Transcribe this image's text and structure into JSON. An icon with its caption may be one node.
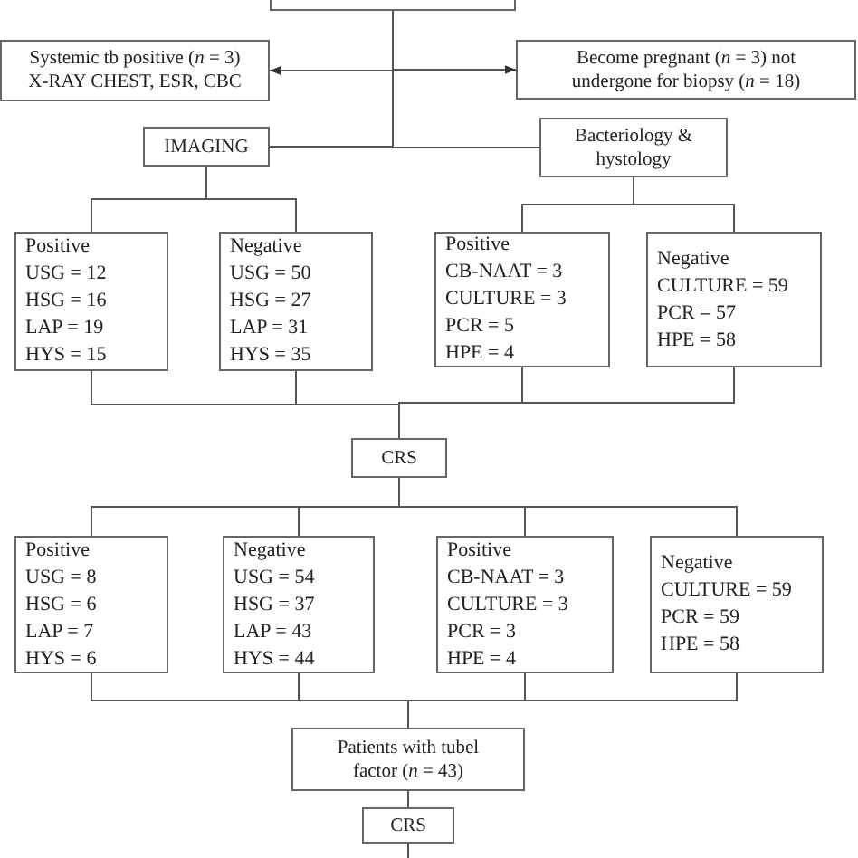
{
  "diagram": {
    "nodes": [
      {
        "text": [],
        "shape": "box"
      },
      {
        "text": [
          "Systemic tb positive (*n* = 3) X-RAY CHEST, ESR, CBC"
        ]
      },
      {
        "text": [
          "Become pregnant (*n* = 3) not undergone for biopsy (*n* = 18)"
        ]
      },
      {
        "text": [
          "IMAGING"
        ]
      },
      {
        "text": [
          "Bacteriology & hystology"
        ]
      },
      {
        "text": [
          "Positive",
          "USG = 12",
          "HSG = 16",
          "LAP = 19",
          "HYS = 15"
        ]
      },
      {
        "text": [
          "Negative",
          "USG = 50",
          "HSG = 27",
          "LAP = 31",
          "HYS = 35"
        ]
      },
      {
        "text": [
          "Positive",
          "CB-NAAT = 3",
          "CULTURE = 3",
          "PCR = 5",
          "HPE = 4"
        ]
      },
      {
        "text": [
          "Negative",
          "CULTURE = 59",
          "PCR = 57",
          "HPE = 58"
        ]
      },
      {
        "text": [
          "CRS"
        ]
      },
      {
        "text": [
          "Positive",
          "USG = 8",
          "HSG = 6",
          "LAP = 7",
          "HYS = 6"
        ]
      },
      {
        "text": [
          "Negative",
          "USG = 54",
          "HSG = 37",
          "LAP = 43",
          "HYS = 44"
        ]
      },
      {
        "text": [
          "Positive",
          "CB-NAAT = 3",
          "CULTURE = 3",
          "PCR = 3",
          "HPE = 4"
        ]
      },
      {
        "text": [
          "Negative",
          "CULTURE = 59",
          "PCR = 59",
          "HPE = 58"
        ]
      },
      {
        "text": [
          "Patients with tubel factor (*n* = 43)"
        ]
      },
      {
        "text": [
          "CRS"
        ]
      }
    ],
    "edges": [
      {
        "from": 0,
        "to": 1,
        "arrow": "to"
      },
      {
        "from": 0,
        "to": 2,
        "arrow": "to"
      },
      {
        "from": 0,
        "to": 3,
        "arrow": "none"
      },
      {
        "from": 0,
        "to": 4,
        "arrow": "none"
      },
      {
        "from": 3,
        "to": 5,
        "arrow": "none"
      },
      {
        "from": 3,
        "to": 6,
        "arrow": "none"
      },
      {
        "from": 4,
        "to": 7,
        "arrow": "none"
      },
      {
        "from": 4,
        "to": 8,
        "arrow": "none"
      },
      {
        "from": 5,
        "to": 9,
        "arrow": "none"
      },
      {
        "from": 6,
        "to": 9,
        "arrow": "none"
      },
      {
        "from": 7,
        "to": 9,
        "arrow": "none"
      },
      {
        "from": 8,
        "to": 9,
        "arrow": "none"
      },
      {
        "from": 9,
        "to": 10,
        "arrow": "none"
      },
      {
        "from": 9,
        "to": 11,
        "arrow": "none"
      },
      {
        "from": 9,
        "to": 12,
        "arrow": "none"
      },
      {
        "from": 9,
        "to": 13,
        "arrow": "none"
      },
      {
        "from": 10,
        "to": 14,
        "arrow": "none"
      },
      {
        "from": 11,
        "to": 14,
        "arrow": "none"
      },
      {
        "from": 12,
        "to": 14,
        "arrow": "none"
      },
      {
        "from": 13,
        "to": 14,
        "arrow": "none"
      },
      {
        "from": 14,
        "to": 15,
        "arrow": "none"
      },
      {
        "from": 15,
        "to": null,
        "arrow": "none"
      }
    ]
  }
}
